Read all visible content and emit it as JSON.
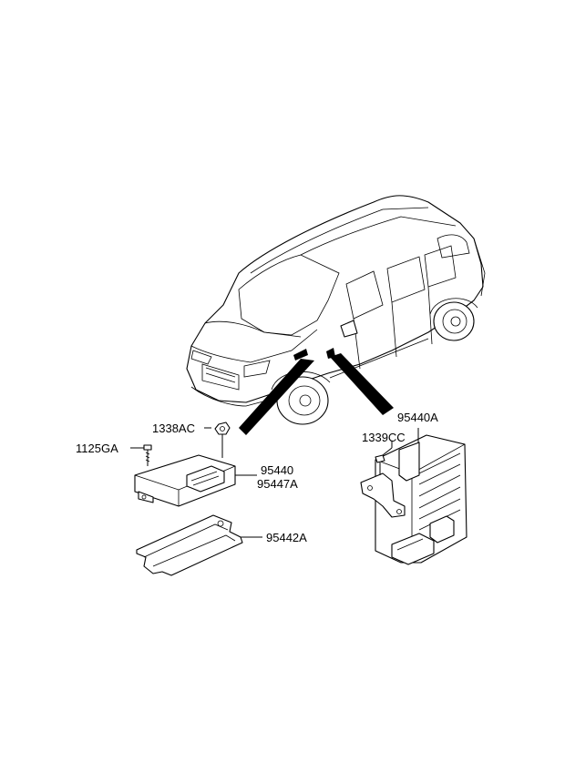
{
  "diagram": {
    "labels": {
      "p1338AC": "1338AC",
      "p1125GA": "1125GA",
      "p95440": "95440",
      "p95447A": "95447A",
      "p95442A": "95442A",
      "p95440A": "95440A",
      "p1339CC": "1339CC"
    }
  }
}
